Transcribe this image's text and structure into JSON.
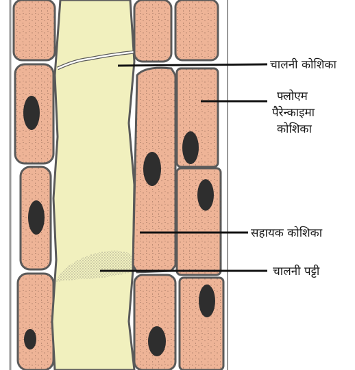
{
  "labels": {
    "sieve_tube_cell": "चालनी कोशिका",
    "phloem_parenchyma_line1": "फ्लोएम",
    "phloem_parenchyma_line2": "पैरेन्काइमा",
    "phloem_parenchyma_line3": "कोशिका",
    "companion_cell": "सहायक कोशिका",
    "sieve_plate": "चालनी पट्टी"
  },
  "colors": {
    "cell_fill": "#eeb497",
    "sieve_tube_fill": "#f1f0be",
    "cell_wall": "#5a5a5a",
    "nucleus": "#2e2e2e",
    "leader_line": "#111111"
  }
}
